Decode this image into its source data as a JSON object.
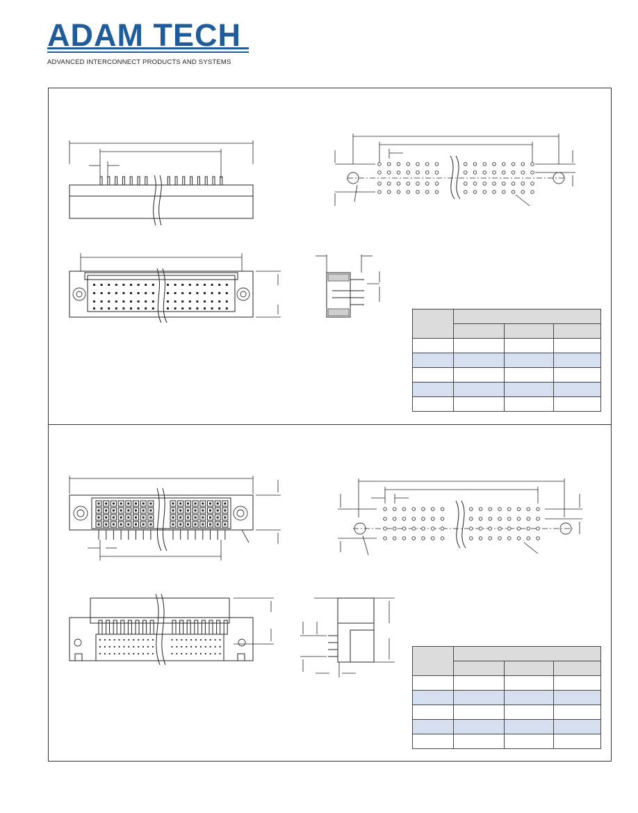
{
  "header": {
    "brand": "ADAM TECH",
    "tagline": "ADVANCED INTERCONNECT PRODUCTS AND SYSTEMS"
  },
  "colors": {
    "brand": "#1e5c9c",
    "table_header": "#dcdcdc",
    "row_highlight": "#d6dff0",
    "line": "#222222"
  },
  "sections": [
    {
      "name": "section-top",
      "table": {
        "rows": 5,
        "subcolumns": 3,
        "highlight_rows": [
          1,
          3
        ]
      }
    },
    {
      "name": "section-bottom",
      "table": {
        "rows": 5,
        "subcolumns": 3,
        "highlight_rows": [
          1,
          3
        ]
      }
    }
  ]
}
